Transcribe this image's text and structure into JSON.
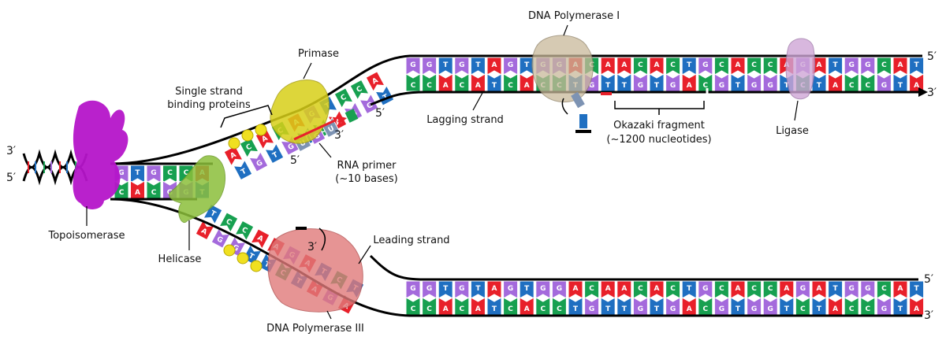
{
  "labels": {
    "topoisomerase": "Topoisomerase",
    "helicase": "Helicase",
    "ssb_line1": "Single strand",
    "ssb_line2": "binding proteins",
    "primase": "Primase",
    "rna_primer_line1": "RNA primer",
    "rna_primer_line2": "(~10 bases)",
    "dna_pol1": "DNA Polymerase I",
    "lagging": "Lagging strand",
    "okazaki_line1": "Okazaki fragment",
    "okazaki_line2": "(~1200 nucleotides)",
    "ligase": "Ligase",
    "leading": "Leading strand",
    "dna_pol3": "DNA Polymerase III"
  },
  "ends": {
    "five": "5′",
    "three": "3′"
  },
  "sequences": {
    "lagging_top": "GGTGTAGTGGACAACACTGCACCAGATGGCAT",
    "lagging_bottom": "CCACATCACCTGTTGTGACGTGGTCTACCGTA",
    "leading_top": "GGTGTAGTGGACAACACTGCACCAGATGGCAT",
    "leading_bottom": "CCACATCACCTGTTGTGACGTGGTCTACCGTA",
    "left_top": "GTGCCA",
    "left_bottom": "CACGGT",
    "primer": "UGU",
    "lag_upper": "ACACAGTCCA",
    "lag_lower": "TGTGTCAGGT",
    "lead_upper": "TCCAAGATCT",
    "lead_lower": "AGGTTCTAGA"
  },
  "colors": {
    "A": "#e8202a",
    "T": "#1f6fc1",
    "G": "#a46adc",
    "C": "#17a050",
    "U": "#7d93b3",
    "topoisomerase": "#b515c9",
    "helicase": "#8bbf3a",
    "ssb": "#f0e020",
    "primase": "#d8cf18",
    "pol1": "#c9b99a",
    "pol3": "#e07a7a",
    "ligase": "#cfa6d6"
  }
}
